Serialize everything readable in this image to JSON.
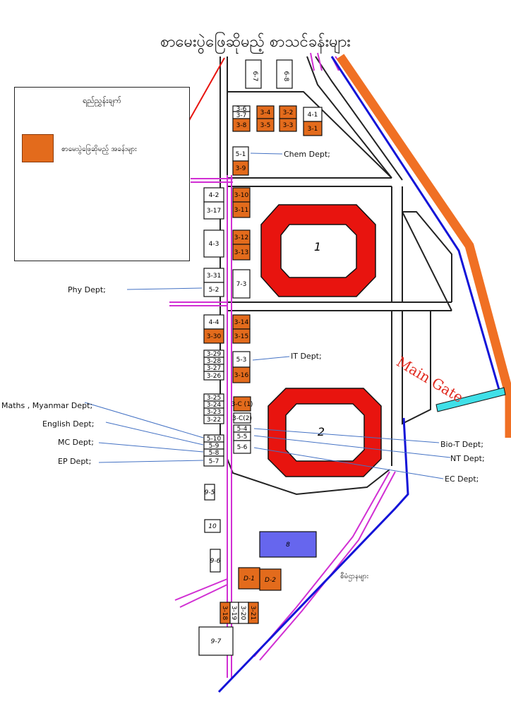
{
  "title": "စာမေးပွဲဖြေဆိုမည့် စာသင်ခန်းများ",
  "legend": {
    "title": "ရည်ညွှန်းချက်",
    "exam_room_label": "စာမေးပွဲဖြေဆိုမည့် အခန်းများ",
    "exam_color": "#e36b1c"
  },
  "colors": {
    "exam": "#e36b1c",
    "plain": "#ffffff",
    "stadium_fill": "#e8140f",
    "road_line": "#222222",
    "path_magenta": "#d12fd3",
    "fence_blue": "#1414d8",
    "fence_orange": "#f07024",
    "gate": "#40e0e8",
    "building_8": "#6666ee"
  },
  "buildings": [
    {
      "id": "6-7",
      "exam": false
    },
    {
      "id": "6-8",
      "exam": false
    },
    {
      "id": "3-6",
      "exam": false
    },
    {
      "id": "3-7",
      "exam": false
    },
    {
      "id": "3-8",
      "exam": true
    },
    {
      "id": "3-4",
      "exam": true
    },
    {
      "id": "3-5",
      "exam": true
    },
    {
      "id": "3-2",
      "exam": true
    },
    {
      "id": "3-3",
      "exam": true
    },
    {
      "id": "4-1",
      "exam": false
    },
    {
      "id": "3-1",
      "exam": true
    },
    {
      "id": "5-1",
      "exam": false
    },
    {
      "id": "3-9",
      "exam": true
    },
    {
      "id": "4-2",
      "exam": false
    },
    {
      "id": "3-17",
      "exam": false
    },
    {
      "id": "3-10",
      "exam": true
    },
    {
      "id": "3-11",
      "exam": true
    },
    {
      "id": "4-3",
      "exam": false
    },
    {
      "id": "3-12",
      "exam": true
    },
    {
      "id": "3-13",
      "exam": true
    },
    {
      "id": "3-31",
      "exam": false
    },
    {
      "id": "5-2",
      "exam": false
    },
    {
      "id": "7-3",
      "exam": false
    },
    {
      "id": "4-4",
      "exam": false
    },
    {
      "id": "3-30",
      "exam": true
    },
    {
      "id": "3-14",
      "exam": true
    },
    {
      "id": "3-15",
      "exam": true
    },
    {
      "id": "3-29",
      "exam": false
    },
    {
      "id": "3-28",
      "exam": false
    },
    {
      "id": "3-27",
      "exam": false
    },
    {
      "id": "3-26",
      "exam": false
    },
    {
      "id": "5-3",
      "exam": false
    },
    {
      "id": "3-16",
      "exam": true
    },
    {
      "id": "3-25",
      "exam": false
    },
    {
      "id": "3-24",
      "exam": false
    },
    {
      "id": "3-23",
      "exam": false
    },
    {
      "id": "3-22",
      "exam": false
    },
    {
      "id": "3-C (1)",
      "exam": true
    },
    {
      "id": "3-C(2)",
      "exam": false
    },
    {
      "id": "5-4",
      "exam": false
    },
    {
      "id": "5-5",
      "exam": false
    },
    {
      "id": "5-6",
      "exam": false
    },
    {
      "id": "5-10",
      "exam": false
    },
    {
      "id": "5-9",
      "exam": false
    },
    {
      "id": "5-8",
      "exam": false
    },
    {
      "id": "5-7",
      "exam": false
    },
    {
      "id": "9-5",
      "exam": false
    },
    {
      "id": "10",
      "exam": false
    },
    {
      "id": "9-6",
      "exam": false
    },
    {
      "id": "8",
      "exam": false
    },
    {
      "id": "D-1",
      "exam": true
    },
    {
      "id": "D-2",
      "exam": true
    },
    {
      "id": "3-18",
      "exam": true
    },
    {
      "id": "3-19",
      "exam": false
    },
    {
      "id": "3-20",
      "exam": false
    },
    {
      "id": "3-21",
      "exam": true
    },
    {
      "id": "9-7",
      "exam": false
    }
  ],
  "stadiums": [
    {
      "id": "1"
    },
    {
      "id": "2"
    }
  ],
  "departments": {
    "chem": "Chem Dept;",
    "phy": "Phy Dept;",
    "it": "IT Dept;",
    "maths": "Maths , Myanmar Dept;",
    "english": "English Dept;",
    "mc": "MC Dept;",
    "ep": "EP Dept;",
    "biot": "Bio-T Dept;",
    "nt": "NT Dept;",
    "ec": "EC Dept;"
  },
  "main_gate": "Main Gate",
  "hostel_label": "စီမံဌာနများ"
}
